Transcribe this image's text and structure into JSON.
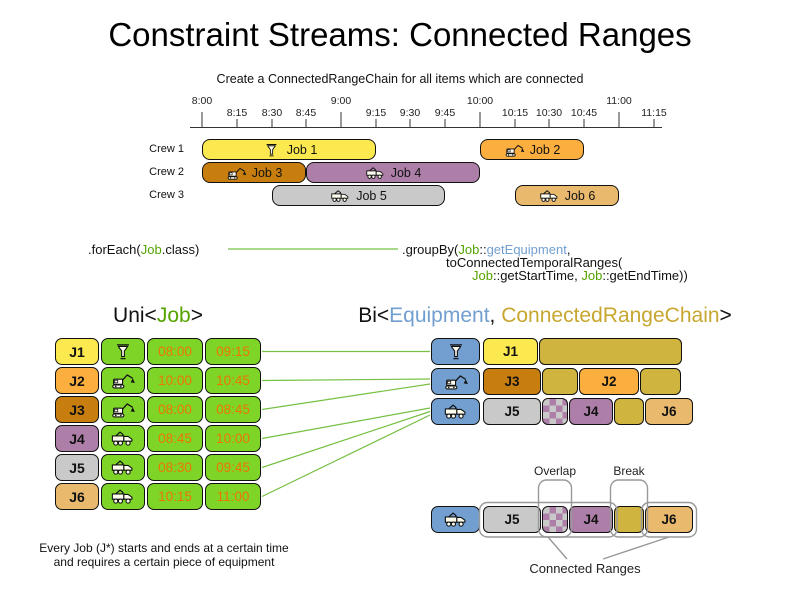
{
  "title": "Constraint Streams: Connected Ranges",
  "subtitle": "Create a ConnectedRangeChain for all items which are connected",
  "colors": {
    "j1": "#FCE94F",
    "j2": "#FCAF3E",
    "j3": "#C87E0F",
    "j4": "#AD7FA8",
    "j5": "#C9C9C9",
    "j6": "#E9B96E",
    "green_cell": "#7FD428",
    "equipment_blue": "#729FCF",
    "chain_gold": "#CFB53F",
    "time_text": "#EE7600",
    "job_green": "#55A300",
    "equipment_text": "#729FCF",
    "chain_text": "#C7A72F",
    "connector_green": "#76C043"
  },
  "timeline": {
    "ticks": [
      "8:00",
      "8:15",
      "8:30",
      "8:45",
      "9:00",
      "9:15",
      "9:30",
      "9:45",
      "10:00",
      "10:15",
      "10:30",
      "10:45",
      "11:00",
      "11:15"
    ]
  },
  "gantt": {
    "crews": [
      "Crew 1",
      "Crew 2",
      "Crew 3"
    ],
    "jobs": [
      {
        "label": "Job 1",
        "crew": "Crew 1",
        "start": "8:00",
        "end": "9:15",
        "icon": "funnel-icon",
        "icon_ref": "#funnel-icon",
        "color": "#FCE94F"
      },
      {
        "label": "Job 2",
        "crew": "Crew 1",
        "start": "10:00",
        "end": "10:45",
        "icon": "excavator-icon",
        "icon_ref": "#excavator-icon",
        "color": "#FCAF3E"
      },
      {
        "label": "Job 3",
        "crew": "Crew 2",
        "start": "8:00",
        "end": "8:45",
        "icon": "excavator-icon",
        "icon_ref": "#excavator-icon",
        "color": "#C87E0F"
      },
      {
        "label": "Job 4",
        "crew": "Crew 2",
        "start": "8:45",
        "end": "10:00",
        "icon": "truck-icon",
        "icon_ref": "#truck-icon",
        "color": "#AD7FA8"
      },
      {
        "label": "Job 5",
        "crew": "Crew 3",
        "start": "8:30",
        "end": "9:45",
        "icon": "truck-icon",
        "icon_ref": "#truck-icon",
        "color": "#C9C9C9"
      },
      {
        "label": "Job 6",
        "crew": "Crew 3",
        "start": "10:15",
        "end": "11:00",
        "icon": "truck-icon",
        "icon_ref": "#truck-icon",
        "color": "#E9B96E"
      }
    ]
  },
  "code": {
    "foreach": {
      "pre": ".forEach(",
      "cls": "Job",
      "post": ".class)"
    },
    "groupby1": {
      "pre": ".groupBy(",
      "cls": "Job",
      "sep": "::",
      "method": "getEquipment",
      "post": ","
    },
    "groupby2": "toConnectedTemporalRanges(",
    "groupby3": {
      "c1": "Job",
      "s1": "::getStartTime, ",
      "c2": "Job",
      "s2": "::getEndTime))"
    }
  },
  "uni": {
    "header": {
      "pre": "Uni<",
      "type": "Job",
      "post": ">"
    },
    "rows": [
      {
        "label": "J1",
        "icon": "funnel-icon",
        "icon_ref": "#funnel-icon",
        "start": "08:00",
        "end": "09:15",
        "color": "#FCE94F"
      },
      {
        "label": "J2",
        "icon": "excavator-icon",
        "icon_ref": "#excavator-icon",
        "start": "10:00",
        "end": "10:45",
        "color": "#FCAF3E"
      },
      {
        "label": "J3",
        "icon": "excavator-icon",
        "icon_ref": "#excavator-icon",
        "start": "08:00",
        "end": "08:45",
        "color": "#C87E0F"
      },
      {
        "label": "J4",
        "icon": "truck-icon",
        "icon_ref": "#truck-icon",
        "start": "08:45",
        "end": "10:00",
        "color": "#AD7FA8"
      },
      {
        "label": "J5",
        "icon": "truck-icon",
        "icon_ref": "#truck-icon",
        "start": "08:30",
        "end": "09:45",
        "color": "#C9C9C9"
      },
      {
        "label": "J6",
        "icon": "truck-icon",
        "icon_ref": "#truck-icon",
        "start": "10:15",
        "end": "11:00",
        "color": "#E9B96E"
      }
    ]
  },
  "bi": {
    "header": {
      "pre": "Bi<",
      "equipment": "Equipment",
      "sep": ", ",
      "chain": "ConnectedRangeChain",
      "post": ">"
    },
    "rows": [
      {
        "icon": "funnel-icon",
        "icon_ref": "#funnel-icon",
        "segments": [
          {
            "type": "job",
            "label": "J1",
            "color": "#FCE94F"
          },
          {
            "type": "chain"
          }
        ]
      },
      {
        "icon": "excavator-icon",
        "icon_ref": "#excavator-icon",
        "segments": [
          {
            "type": "job",
            "label": "J3",
            "color": "#C87E0F"
          },
          {
            "type": "break"
          },
          {
            "type": "job",
            "label": "J2",
            "color": "#FCAF3E"
          },
          {
            "type": "chain"
          }
        ]
      },
      {
        "icon": "truck-icon",
        "icon_ref": "#truck-icon",
        "segments": [
          {
            "type": "job",
            "label": "J5",
            "color": "#C9C9C9"
          },
          {
            "type": "overlap"
          },
          {
            "type": "job",
            "label": "J4",
            "color": "#AD7FA8"
          },
          {
            "type": "break"
          },
          {
            "type": "job",
            "label": "J6",
            "color": "#E9B96E"
          }
        ]
      }
    ]
  },
  "legend": {
    "overlap_label": "Overlap",
    "break_label": "Break",
    "connected_label": "Connected Ranges",
    "row": {
      "icon": "truck-icon",
      "icon_ref": "#truck-icon",
      "segments": [
        {
          "type": "job",
          "label": "J5",
          "color": "#C9C9C9"
        },
        {
          "type": "overlap"
        },
        {
          "type": "job",
          "label": "J4",
          "color": "#AD7FA8"
        },
        {
          "type": "break"
        },
        {
          "type": "job",
          "label": "J6",
          "color": "#E9B96E"
        }
      ]
    }
  },
  "caption": {
    "line1": "Every Job (J*) starts and ends at a certain time",
    "line2": "and requires a certain piece of equipment"
  }
}
